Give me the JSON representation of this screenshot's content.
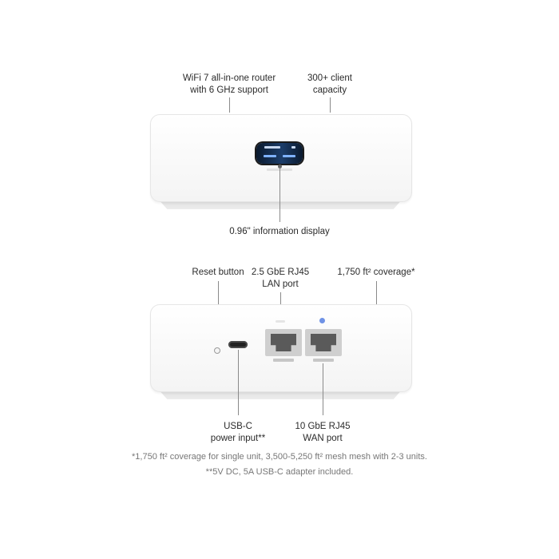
{
  "front": {
    "label_router": "WiFi 7 all-in-one router\nwith 6 GHz support",
    "label_clients": "300+ client\ncapacity",
    "label_display": "0.96\" information display"
  },
  "back": {
    "label_reset": "Reset button",
    "label_lan": "2.5 GbE RJ45\nLAN port",
    "label_coverage": "1,750 ft² coverage*",
    "label_usbc": "USB-C\npower input**",
    "label_wan": "10 GbE RJ45\nWAN port"
  },
  "footnotes": {
    "note1": "*1,750 ft² coverage for single unit, 3,500-5,250 ft² mesh mesh with 2-3 units.",
    "note2": "**5V DC, 5A USB-C adapter included."
  },
  "colors": {
    "led_wan": "#6f92e6",
    "screen": "#1c3d6a"
  }
}
